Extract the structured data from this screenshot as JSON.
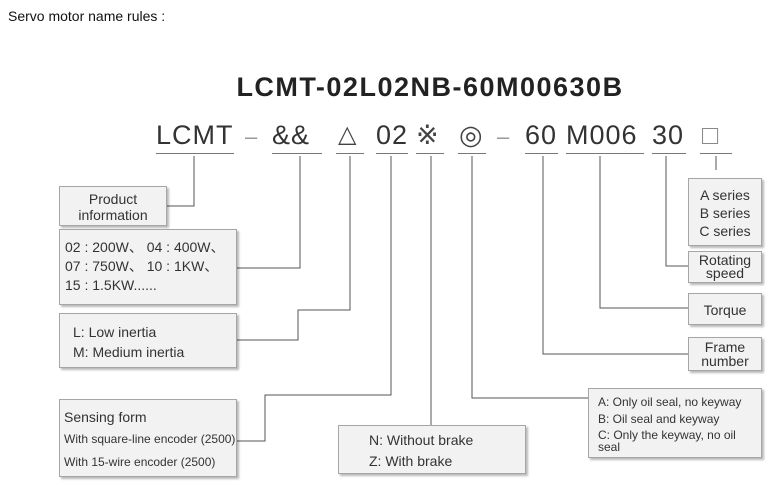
{
  "heading": "Servo motor name rules :",
  "model_number": "LCMT-02L02NB-60M00630B",
  "segments": {
    "series": "LCMT",
    "dash1": "–",
    "power_code": "&&",
    "inertia_symbol": "△",
    "sensing_code": "02",
    "brake_symbol": "※",
    "shaft_symbol": "◎",
    "dash2": "–",
    "frame": "60",
    "torque": "M006",
    "speed": "30",
    "series_letter": "□"
  },
  "boxes": {
    "product": {
      "lines": [
        "Product",
        "information"
      ]
    },
    "power": {
      "lines": [
        "02 : 200W、 04 : 400W、",
        "07 : 750W、 10 : 1KW、",
        "15 : 1.5KW......"
      ]
    },
    "inertia": {
      "lines": [
        "L: Low inertia",
        "M: Medium inertia"
      ]
    },
    "sensing": {
      "title": "Sensing form",
      "lines": [
        "With square-line encoder (2500)",
        "With 15-wire encoder (2500)"
      ]
    },
    "brake": {
      "lines": [
        "N:  Without brake",
        "Z:  With brake"
      ]
    },
    "shaft": {
      "lines": [
        "A:  Only oil seal, no keyway",
        "B:  Oil seal and keyway",
        "C:  Only the keyway, no oil",
        "seal"
      ]
    },
    "frame": {
      "lines": [
        "Frame",
        "number"
      ]
    },
    "torque": {
      "lines": [
        "Torque"
      ]
    },
    "speed": {
      "lines": [
        "Rotating",
        "speed"
      ]
    },
    "series": {
      "lines": [
        "A series",
        "B series",
        "C series"
      ]
    }
  }
}
